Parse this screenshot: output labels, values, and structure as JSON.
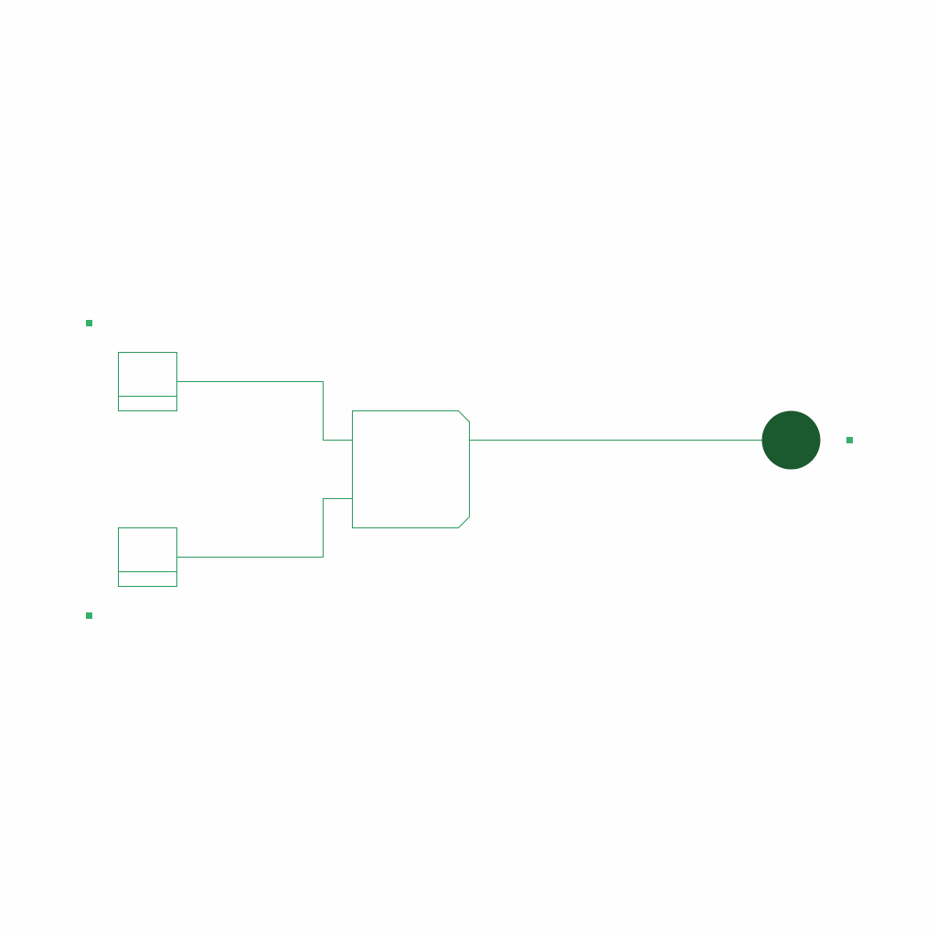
{
  "colors": {
    "background": "#fefefe",
    "line": "#2a9a5c",
    "marker": "#35b068",
    "output_node": "#1a5a2e"
  },
  "diagram": {
    "nodes": [
      {
        "id": "input-a",
        "kind": "input-box"
      },
      {
        "id": "input-b",
        "kind": "input-box"
      },
      {
        "id": "combiner",
        "kind": "chamfered-gate"
      },
      {
        "id": "output",
        "kind": "filled-circle"
      }
    ],
    "edges": [
      {
        "from": "input-a",
        "to": "combiner"
      },
      {
        "from": "input-b",
        "to": "combiner"
      },
      {
        "from": "combiner",
        "to": "output"
      }
    ],
    "markers": [
      "marker-top-left",
      "marker-bottom-left",
      "marker-right"
    ]
  }
}
